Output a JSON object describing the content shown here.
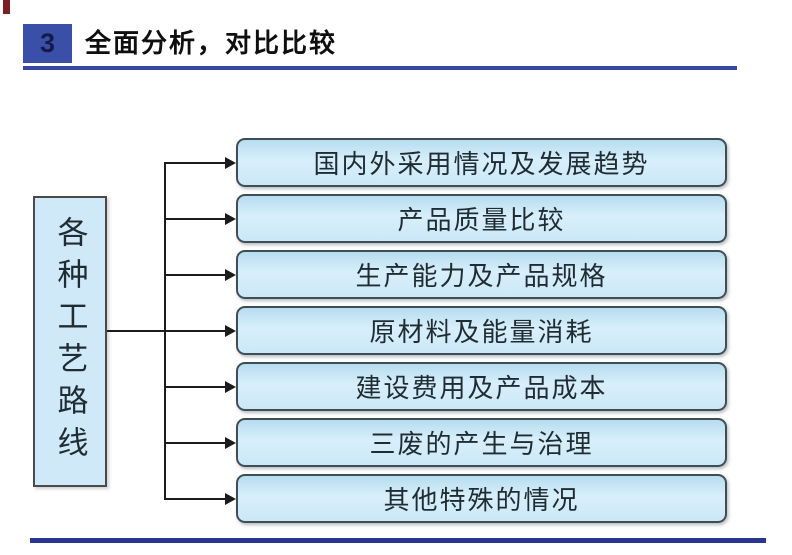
{
  "header": {
    "number": "3",
    "title": "全面分析，对比比较"
  },
  "diagram": {
    "source_label": "各种工艺路线",
    "rows": [
      {
        "label": "国内外采用情况及发展趋势"
      },
      {
        "label": "产品质量比较"
      },
      {
        "label": "生产能力及产品规格"
      },
      {
        "label": "原材料及能量消耗"
      },
      {
        "label": "建设费用及产品成本"
      },
      {
        "label": "三废的产生与治理"
      },
      {
        "label": "其他特殊的情况"
      }
    ]
  },
  "colors": {
    "accent_blue": "#3a50a8",
    "underline_blue": "#3647a3",
    "number_text": "#161a4a",
    "title_text": "#0f0f0f",
    "box_fill": "#cfe9f8",
    "box_border": "#414c55",
    "box_text": "#1f2d33",
    "connector": "#1c1c1c",
    "bottom_line_blue": "#28368e",
    "corner_red": "#7c1f26"
  }
}
